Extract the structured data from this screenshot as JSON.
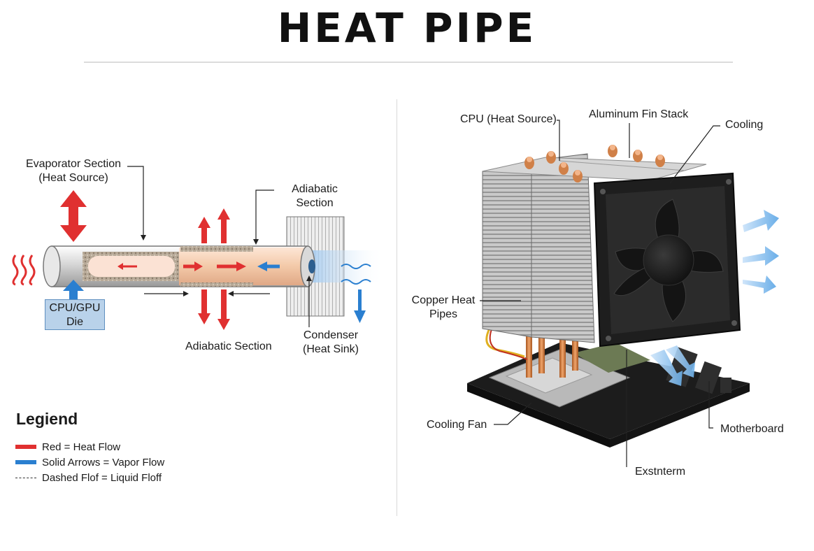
{
  "title": "HEAT PIPE",
  "colors": {
    "heat": "#e03030",
    "vapor": "#2a7fd0",
    "pipe_copper": "#f3c9a8",
    "die_fill": "#b9d2ea"
  },
  "left_diagram": {
    "evaporator_label": [
      "Evaporator Section",
      "(Heat Source)"
    ],
    "adiabatic_top_label": [
      "Adiabatic",
      "Section"
    ],
    "adiabatic_bottom_label": "Adiabatic Section",
    "condenser_label": [
      "Condenser",
      "(Heat Sink)"
    ],
    "die_label": [
      "CPU/GPU",
      "Die"
    ]
  },
  "right_diagram": {
    "cpu_label": "CPU (Heat Source)",
    "fin_stack_label": "Aluminum Fin Stack",
    "cooling_label": "Cooling",
    "copper_pipes_label": [
      "Copper Heat",
      "Pipes"
    ],
    "cooling_fan_label": "Cooling Fan",
    "motherboard_label": "Motherboard",
    "extra_label": "Exstnterm"
  },
  "legend": {
    "title": "Legiend",
    "items": [
      {
        "text": "Red = Heat Flow",
        "color": "#e03030",
        "style": "solid"
      },
      {
        "text": "Solid Arrows = Vapor Flow",
        "color": "#2a7fd0",
        "style": "solid"
      },
      {
        "text": "Dashed Flof = Liquid Floff",
        "color": "#333333",
        "style": "dashed"
      }
    ]
  }
}
